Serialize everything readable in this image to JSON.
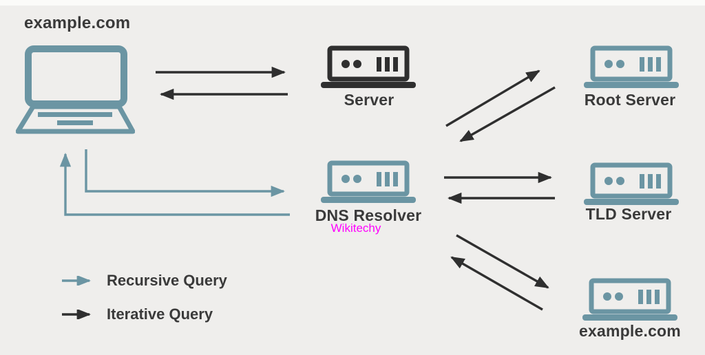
{
  "colors": {
    "background": "#efeeec",
    "teal": "#6b95a3",
    "dark": "#2f2f2f",
    "label_text": "#3a3a3a",
    "watermark": "#ff00ff"
  },
  "nodes": {
    "client": {
      "label": "example.com"
    },
    "server": {
      "label": "Server"
    },
    "root_server": {
      "label": "Root Server"
    },
    "dns_resolver": {
      "label": "DNS Resolver",
      "watermark": "Wikitechy"
    },
    "tld_server": {
      "label": "TLD Server"
    },
    "authoritative_server": {
      "label": "example.com"
    }
  },
  "legend": {
    "items": [
      {
        "label": "Recursive Query",
        "style": "recursive"
      },
      {
        "label": "Iterative Query",
        "style": "iterative"
      }
    ]
  }
}
